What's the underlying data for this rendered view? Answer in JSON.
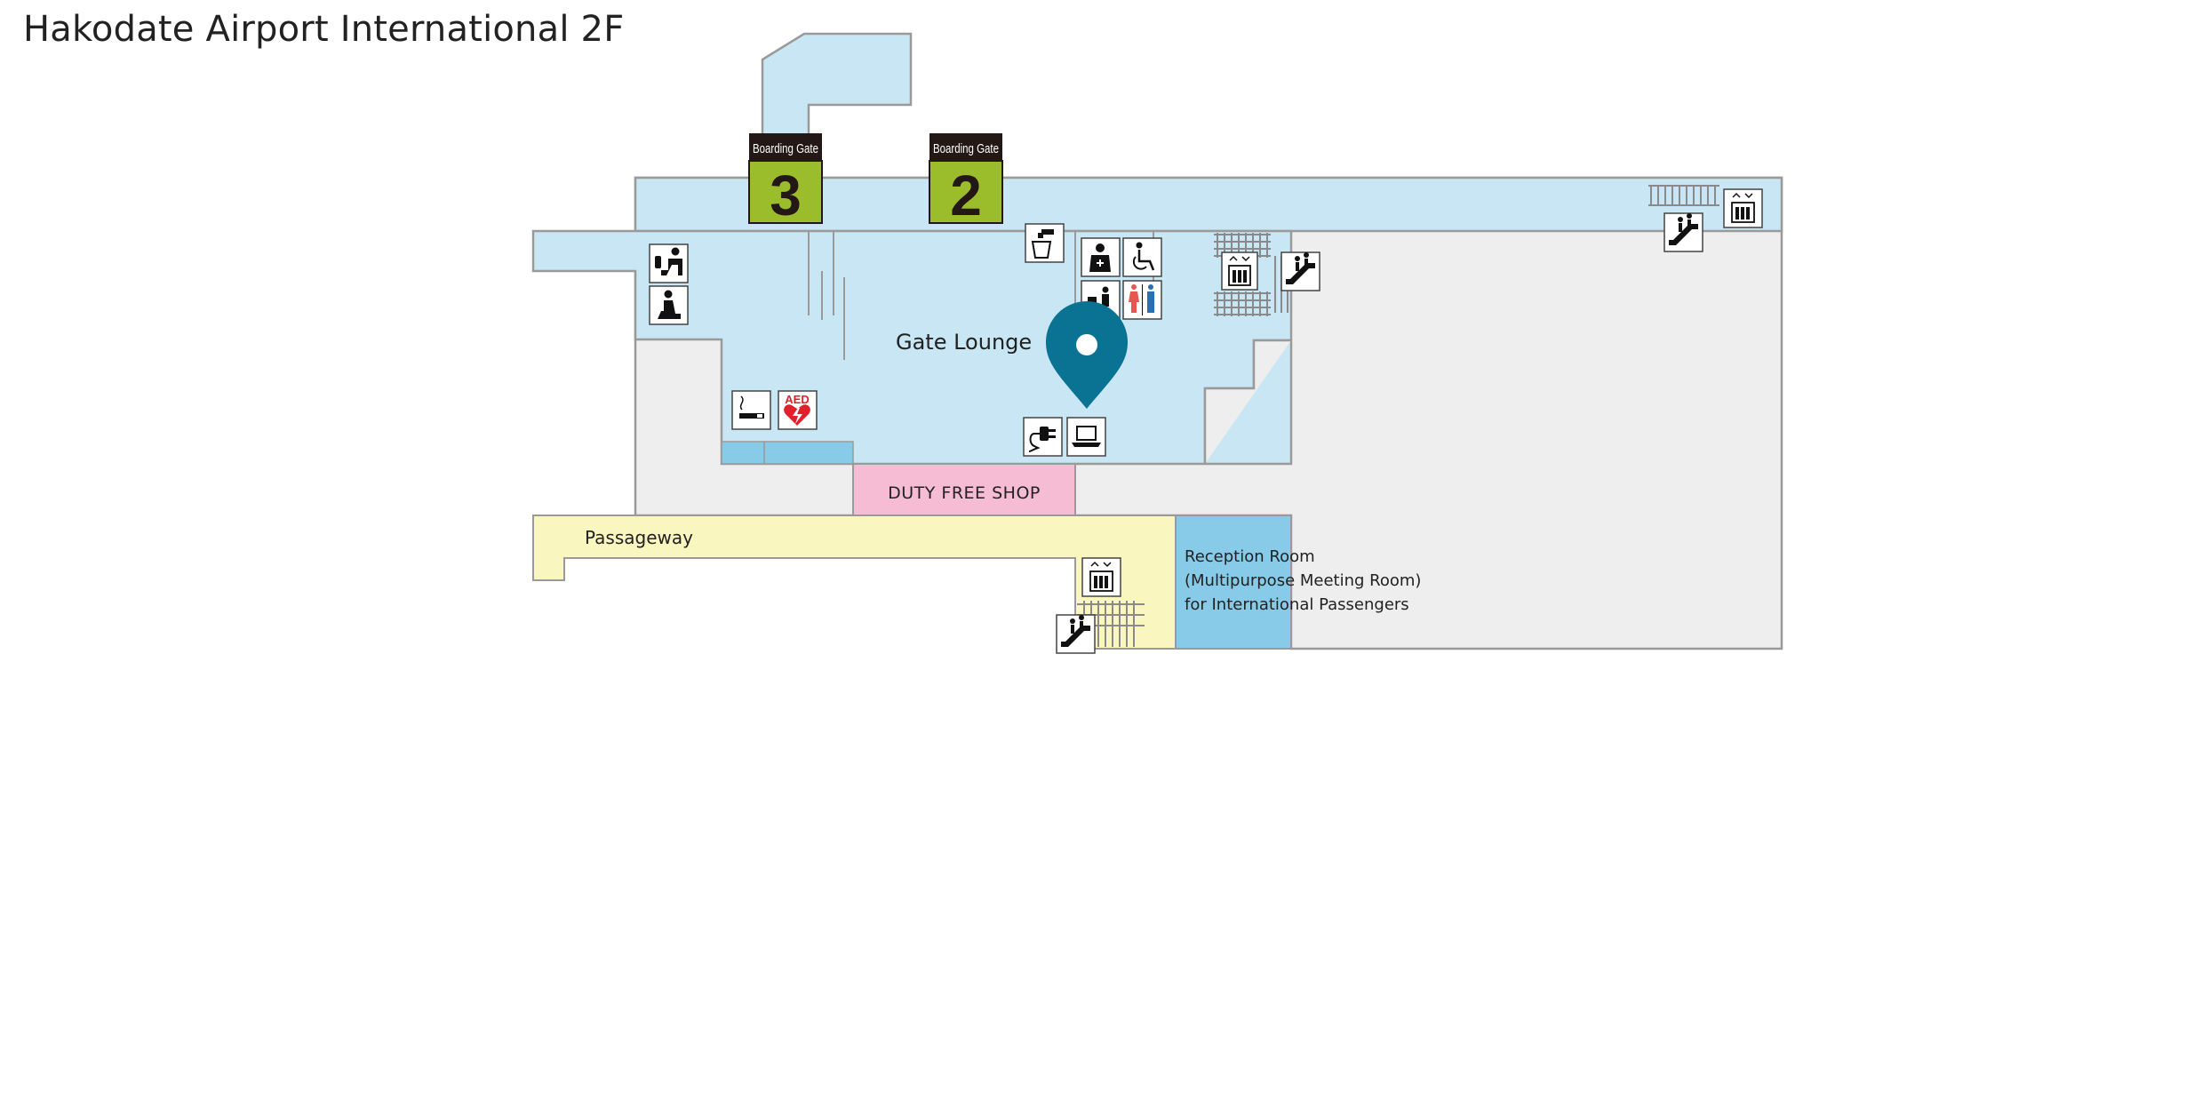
{
  "title": "Hakodate Airport International 2F",
  "gates": [
    {
      "header": "Boarding Gate",
      "number": "3"
    },
    {
      "header": "Boarding Gate",
      "number": "2"
    }
  ],
  "areas": {
    "gate_lounge": "Gate Lounge",
    "duty_free": "DUTY FREE SHOP",
    "passageway": "Passageway",
    "reception": [
      "Reception Room",
      "(Multipurpose Meeting Room)",
      "for International Passengers"
    ]
  },
  "aed_label": "AED",
  "colors": {
    "lounge": "#c8e6f3",
    "lounge_dark": "#87cbe8",
    "building": "#eeeeee",
    "outline": "#9a9a9a",
    "duty_free": "#f5bcd3",
    "passageway": "#faf6c0",
    "reception": "#87cbe8",
    "gate_green": "#9bbd2c",
    "gate_header": "#231815",
    "marker": "#0a7393",
    "aed_red": "#e0202a",
    "women": "#e8564f",
    "men": "#2a6fb0"
  },
  "icons": [
    "baby-care-icon",
    "prayer-room-icon",
    "water-fountain-icon",
    "nursing-room-icon",
    "wheelchair-icon",
    "family-restroom-icon",
    "restroom-icon",
    "elevator-icon",
    "escalator-icon",
    "smoking-area-icon",
    "aed-icon",
    "power-outlet-icon",
    "internet-laptop-icon",
    "location-marker-icon"
  ]
}
